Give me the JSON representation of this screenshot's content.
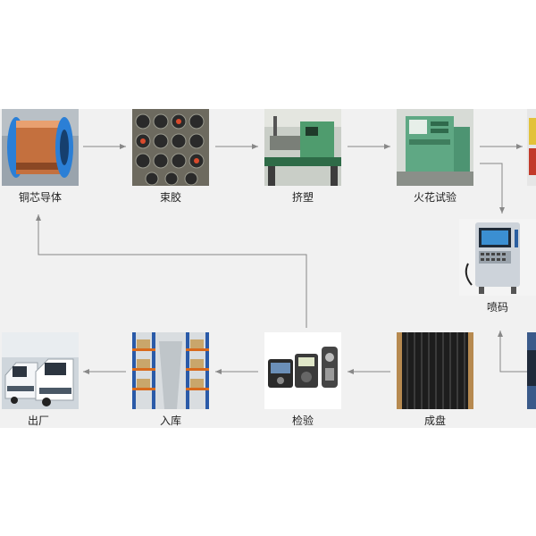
{
  "nodes": [
    {
      "id": "copper",
      "label": "铜芯导体",
      "icon": "copper-wire-spool"
    },
    {
      "id": "bundle",
      "label": "束胶",
      "icon": "bundling-reels"
    },
    {
      "id": "extrude",
      "label": "挤塑",
      "icon": "extrusion-machine"
    },
    {
      "id": "spark",
      "label": "火花试验",
      "icon": "spark-test-machine"
    },
    {
      "id": "print",
      "label": "喷码",
      "icon": "inkjet-printer"
    },
    {
      "id": "coil",
      "label": "成盘",
      "icon": "cable-coil"
    },
    {
      "id": "inspect",
      "label": "检验",
      "icon": "test-instruments"
    },
    {
      "id": "warehouse",
      "label": "入库",
      "icon": "warehouse-racks"
    },
    {
      "id": "ship",
      "label": "出厂",
      "icon": "delivery-vans"
    }
  ],
  "colors": {
    "panel": "#f1f1f1",
    "arrow": "#888888",
    "copper": "#c4703e",
    "spool_blue": "#2b7fd6",
    "machine_green": "#5fa884",
    "rack_blue": "#2a5aa8",
    "rack_orange": "#d86a1d"
  }
}
